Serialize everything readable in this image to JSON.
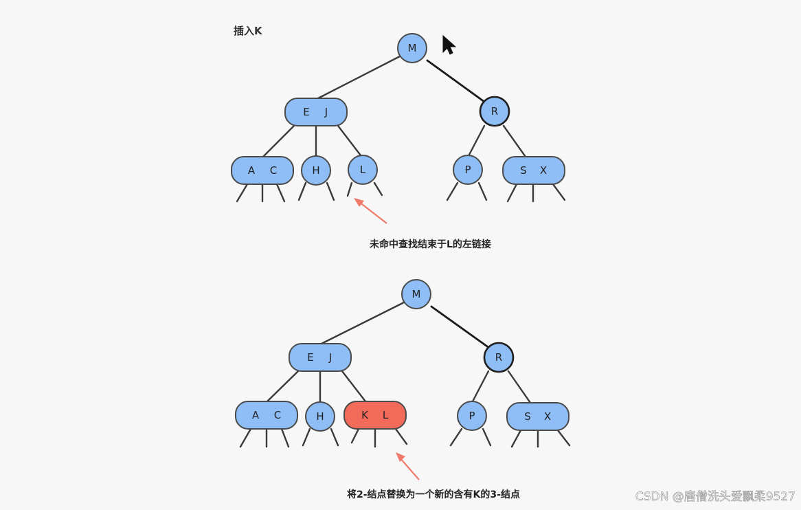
{
  "title": "插入K",
  "panels": [
    {
      "caption": "未命中查找结束于L的左链接",
      "nodes": {
        "root": [
          "M"
        ],
        "left": [
          "E",
          "J"
        ],
        "right": [
          "R"
        ],
        "ac": [
          "A",
          "C"
        ],
        "h": [
          "H"
        ],
        "target": [
          "L"
        ],
        "p": [
          "P"
        ],
        "sx": [
          "S",
          "X"
        ]
      }
    },
    {
      "caption": "将2-结点替换为一个新的含有K的3-结点",
      "nodes": {
        "root": [
          "M"
        ],
        "left": [
          "E",
          "J"
        ],
        "right": [
          "R"
        ],
        "ac": [
          "A",
          "C"
        ],
        "h": [
          "H"
        ],
        "target": [
          "K",
          "L"
        ],
        "p": [
          "P"
        ],
        "sx": [
          "S",
          "X"
        ]
      }
    }
  ],
  "watermark": "CSDN @唐僧洗头爱飘柔9527",
  "colors": {
    "node": "#8fbef6",
    "highlight": "#f26a5a",
    "arrow": "#ef7a6a"
  },
  "cursor_icon": "mouse-pointer-icon"
}
